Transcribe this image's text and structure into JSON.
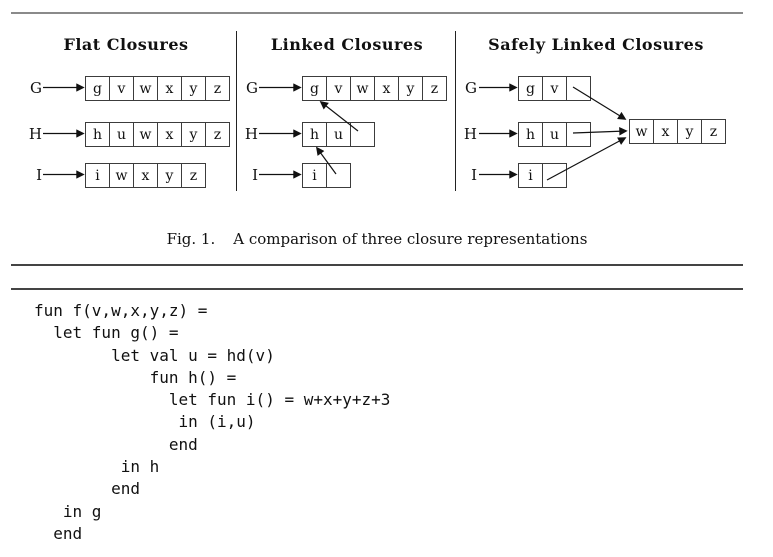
{
  "figure": {
    "panels": [
      {
        "title": "Flat Closures",
        "rows": [
          {
            "label": "G",
            "cells": [
              "g",
              "v",
              "w",
              "x",
              "y",
              "z"
            ]
          },
          {
            "label": "H",
            "cells": [
              "h",
              "u",
              "w",
              "x",
              "y",
              "z"
            ]
          },
          {
            "label": "I",
            "cells": [
              "i",
              "w",
              "x",
              "y",
              "z"
            ]
          }
        ]
      },
      {
        "title": "Linked Closures",
        "rows": [
          {
            "label": "G",
            "cells": [
              "g",
              "v",
              "w",
              "x",
              "y",
              "z"
            ]
          },
          {
            "label": "H",
            "cells": [
              "h",
              "u",
              ""
            ]
          },
          {
            "label": "I",
            "cells": [
              "i",
              ""
            ]
          }
        ]
      },
      {
        "title": "Safely Linked Closures",
        "rows": [
          {
            "label": "G",
            "cells": [
              "g",
              "v",
              ""
            ]
          },
          {
            "label": "H",
            "cells": [
              "h",
              "u",
              ""
            ]
          },
          {
            "label": "I",
            "cells": [
              "i",
              ""
            ]
          }
        ],
        "shared_record": {
          "cells": [
            "w",
            "x",
            "y",
            "z"
          ]
        }
      }
    ],
    "caption_label": "Fig. 1.",
    "caption_text": "A comparison of three closure representations"
  },
  "code": {
    "lines": [
      "fun f(v,w,x,y,z) =",
      "  let fun g() =",
      "        let val u = hd(v)",
      "            fun h() =",
      "              let fun i() = w+x+y+z+3",
      "               in (i,u)",
      "              end",
      "         in h",
      "        end",
      "   in g",
      "  end"
    ]
  }
}
